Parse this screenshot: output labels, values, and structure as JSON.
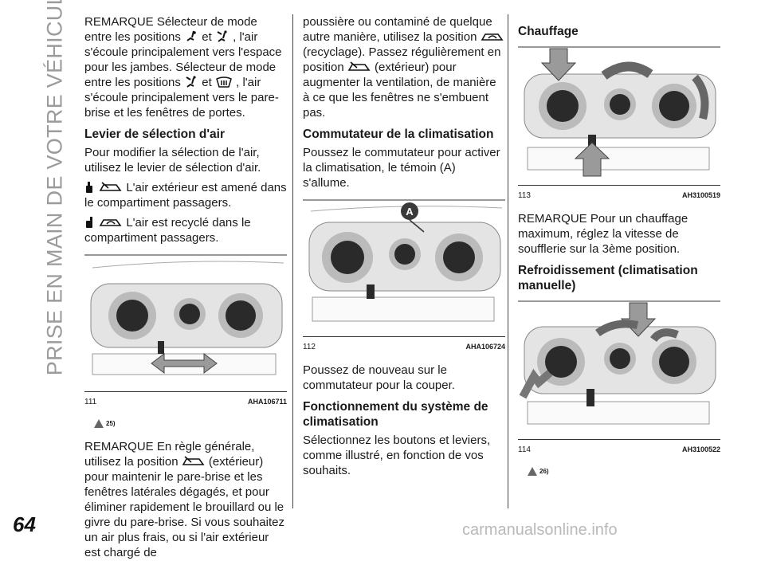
{
  "side_title": "PRISE EN MAIN DE VOTRE VÉHICULE",
  "page_number": "64",
  "watermark": "carmanualsonline.info",
  "col1": {
    "p1_a": "REMARQUE  Sélecteur de mode entre les positions",
    "p1_b": "et",
    "p1_c": ", l'air s'écoule principalement vers l'espace pour les jambes. Sélecteur de mode entre les positions",
    "p1_d": "et",
    "p1_e": ", l'air s'écoule principalement vers le pare-brise et les fenêtres de portes.",
    "h_air": "Levier de sélection d'air",
    "p2": "Pour modifier la sélection de l'air, utilisez le levier de sélection d'air.",
    "p3": "L'air extérieur est amené dans le compartiment passagers.",
    "p4": "L'air est recyclé dans le compartiment passagers.",
    "fig_num": "111",
    "fig_code": "AHA106711",
    "warn_ref": "25)",
    "p5_a": "REMARQUE  En règle générale, utilisez la position",
    "p5_b": "(extérieur) pour maintenir le pare-brise et les fenêtres latérales dégagés, et pour éliminer rapidement le brouillard ou le givre du pare-brise. Si vous souhaitez un air plus frais, ou si l'air extérieur est chargé de"
  },
  "col2": {
    "p1_a": "poussière ou contaminé de quelque autre manière, utilisez la position",
    "p1_b": "(recyclage). Passez régulièrement en position",
    "p1_c": "(extérieur) pour augmenter la ventilation, de manière à ce que les fenêtres ne s'embuent pas.",
    "h_clim": "Commutateur de la climatisation",
    "p2": "Poussez le commutateur pour activer la climatisation, le témoin (A) s'allume.",
    "callout": "A",
    "fig_num": "112",
    "fig_code": "AHA106724",
    "p3": "Poussez de nouveau sur le commutateur pour la couper.",
    "h_func": "Fonctionnement du système de climatisation",
    "p4": "Sélectionnez les boutons et leviers, comme illustré, en fonction de vos souhaits."
  },
  "col3": {
    "h_heat": "Chauffage",
    "fig1_num": "113",
    "fig1_code": "AH3100519",
    "p1": "REMARQUE  Pour un chauffage maximum, réglez la vitesse de soufflerie sur la 3ème position.",
    "h_cool": "Refroidissement (climatisation manuelle)",
    "fig2_num": "114",
    "fig2_code": "AH3100522",
    "warn_ref": "26)"
  },
  "colors": {
    "text": "#1a1a1a",
    "side_title": "#9b9b9b",
    "illustration_dark": "#2a2a2a",
    "illustration_mid": "#9a9a9a"
  }
}
